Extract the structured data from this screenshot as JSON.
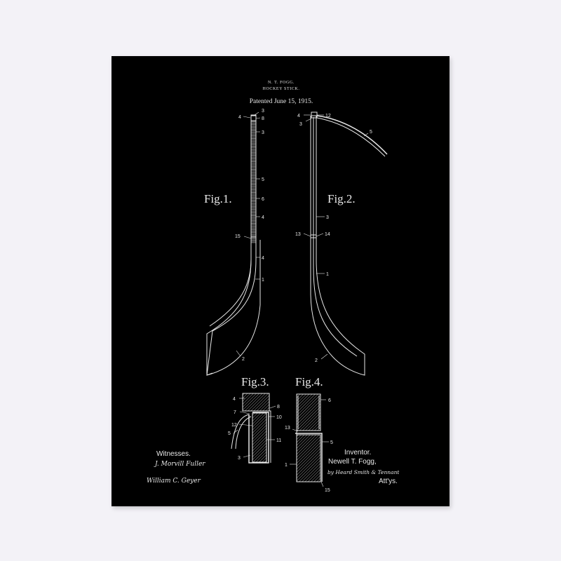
{
  "header": {
    "inventor_name": "N. T. FOGG.",
    "title": "HOCKEY STICK.",
    "patented": "Patented June 15, 1915."
  },
  "figures": {
    "fig1": "Fig.1.",
    "fig2": "Fig.2.",
    "fig3": "Fig.3.",
    "fig4": "Fig.4."
  },
  "ref_numbers": {
    "f1": [
      "3",
      "4",
      "8",
      "3",
      "5",
      "6",
      "4",
      "15",
      "4",
      "1",
      "2"
    ],
    "f2": [
      "4",
      "12",
      "3",
      "5",
      "3",
      "13",
      "14",
      "1",
      "2"
    ],
    "f3": [
      "4",
      "8",
      "7",
      "10",
      "12",
      "5",
      "11",
      "3"
    ],
    "f4": [
      "6",
      "13",
      "5",
      "1",
      "15"
    ]
  },
  "signatures": {
    "witnesses_label": "Witnesses.",
    "witness_1": "J. Morvill Fuller",
    "witness_2": "William C. Geyer",
    "inventor_label": "Inventor.",
    "inventor_name": "Newell T. Fogg,",
    "attorney": "by Heard Smith & Tennant",
    "attys_label": "Att'ys."
  },
  "colors": {
    "page_background": "#f3f2f7",
    "poster_background": "#000000",
    "ink": "#e8e8e8"
  }
}
